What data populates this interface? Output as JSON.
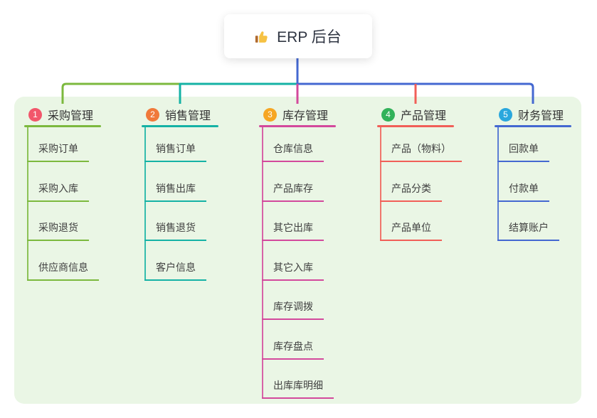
{
  "root": {
    "label": "ERP 后台",
    "icon": "thumbs-up"
  },
  "colors": {
    "canvas_background": "#ffffff",
    "panel_background": "#eaf6e5",
    "root_line": "#4468d1",
    "text_dark": "#333333",
    "thumb_yellow": "#f6c244",
    "thumb_cuff": "#b06a2e"
  },
  "branches": [
    {
      "index": "1",
      "label": "采购管理",
      "badge_color": "#f2566b",
      "line_color": "#7cb93e",
      "children": [
        "采购订单",
        "采购入库",
        "采购退货",
        "供应商信息"
      ]
    },
    {
      "index": "2",
      "label": "销售管理",
      "badge_color": "#f0793a",
      "line_color": "#15b2a5",
      "children": [
        "销售订单",
        "销售出库",
        "销售退货",
        "客户信息"
      ]
    },
    {
      "index": "3",
      "label": "库存管理",
      "badge_color": "#f6a623",
      "line_color": "#d3499c",
      "children": [
        "仓库信息",
        "产品库存",
        "其它出库",
        "其它入库",
        "库存调拨",
        "库存盘点",
        "出库库明细"
      ]
    },
    {
      "index": "4",
      "label": "产品管理",
      "badge_color": "#32b25a",
      "line_color": "#f15f58",
      "children": [
        "产品（物料）",
        "产品分类",
        "产品单位"
      ]
    },
    {
      "index": "5",
      "label": "财务管理",
      "badge_color": "#2aa7dd",
      "line_color": "#4468d1",
      "children": [
        "回款单",
        "付款单",
        "结算账户"
      ]
    }
  ]
}
